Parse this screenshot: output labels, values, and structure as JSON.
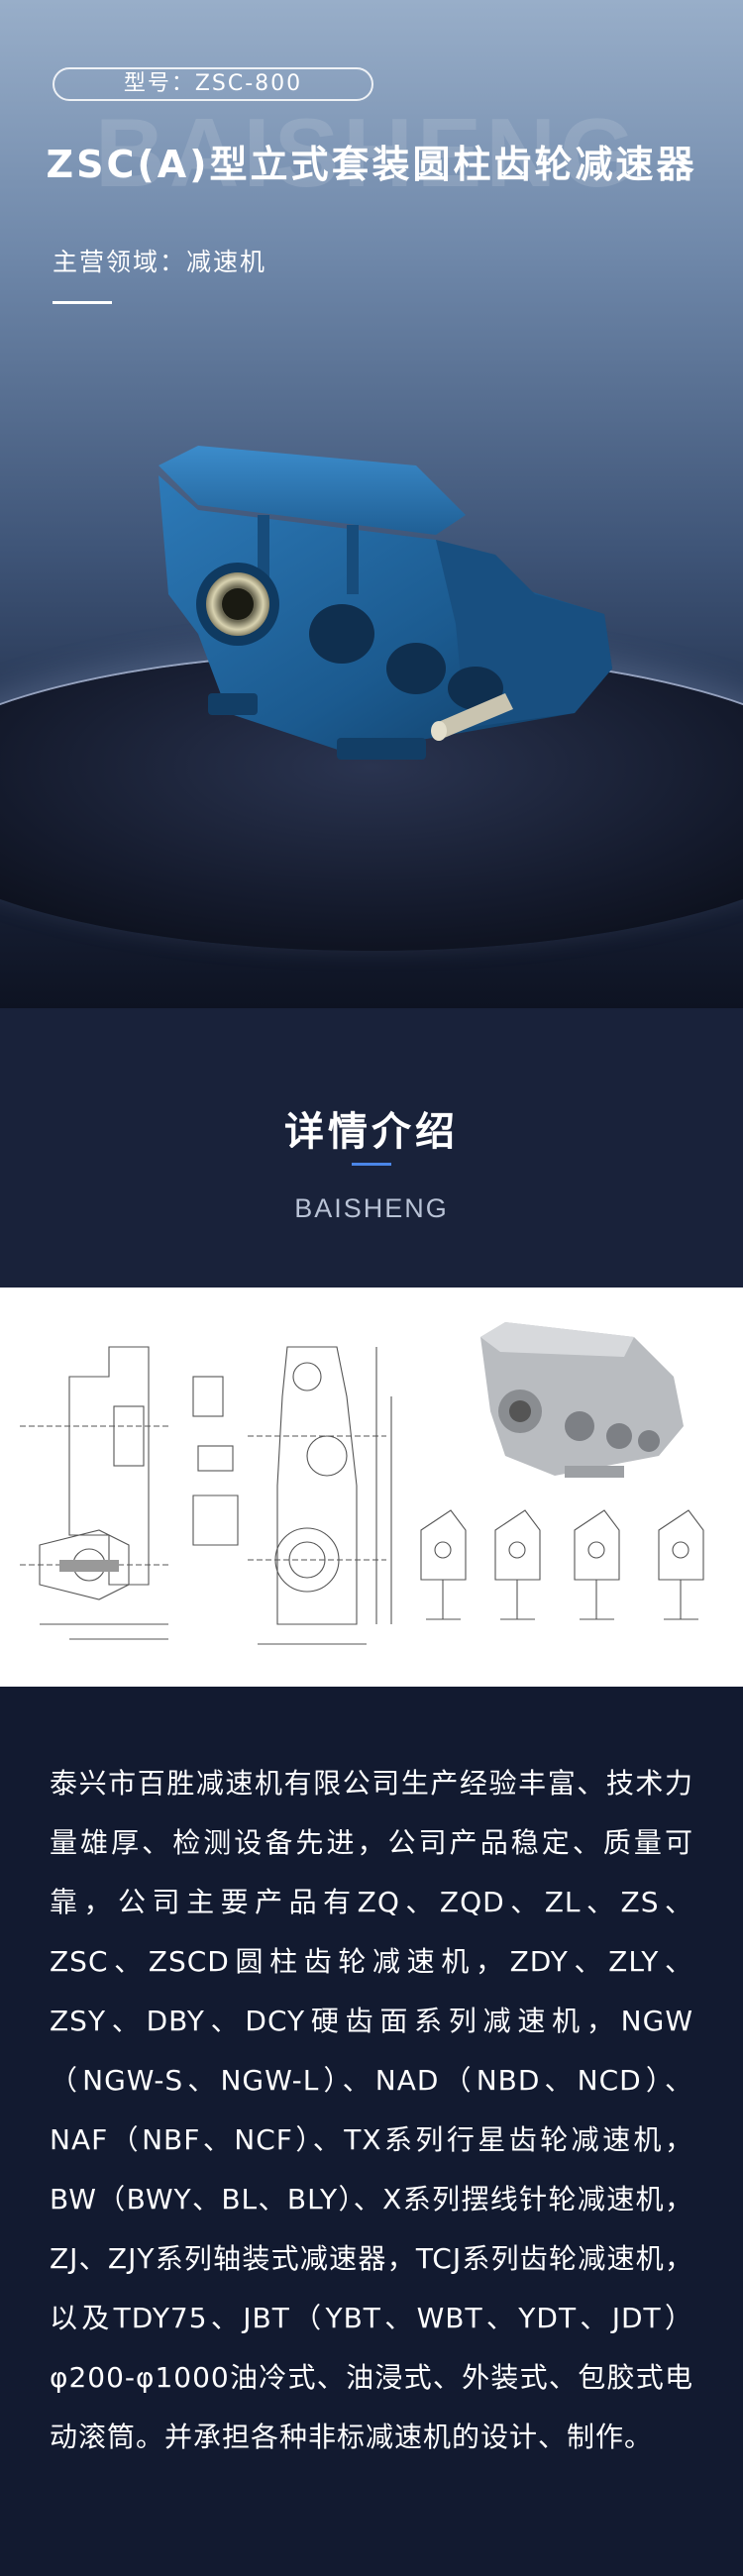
{
  "hero": {
    "watermark": "BAISHENG",
    "model": "型号：ZSC-800",
    "title": "ZSC(A)型立式套装圆柱齿轮减速器",
    "business": "主营领域：减速机"
  },
  "details": {
    "heading": "详情介绍",
    "subheading": "BAISHENG"
  },
  "description": "泰兴市百胜减速机有限公司生产经验丰富、技术力量雄厚、检测设备先进，公司产品稳定、质量可靠，公司主要产品有ZQ、ZQD、ZL、ZS、ZSC、ZSCD圆柱齿轮减速机，ZDY、ZLY、ZSY、DBY、DCY硬齿面系列减速机，NGW（NGW-S、NGW-L）、NAD（NBD、NCD）、NAF（NBF、NCF）、TX系列行星齿轮减速机，BW（BWY、BL、BLY）、X系列摆线针轮减速机，ZJ、ZJY系列轴装式减速器，TCJ系列齿轮减速机，以及TDY75、JBT（YBT、WBT、YDT、JDT）φ200-φ1000油冷式、油浸式、外装式、包胶式电动滚筒。并承担各种非标减速机的设计、制作。",
  "colors": {
    "accent_line": "#4a86e8",
    "gearbox_body": "#1f5f95"
  },
  "icons": {
    "product_photo": "gear-reducer-image",
    "drawing": "technical-drawing-image"
  }
}
